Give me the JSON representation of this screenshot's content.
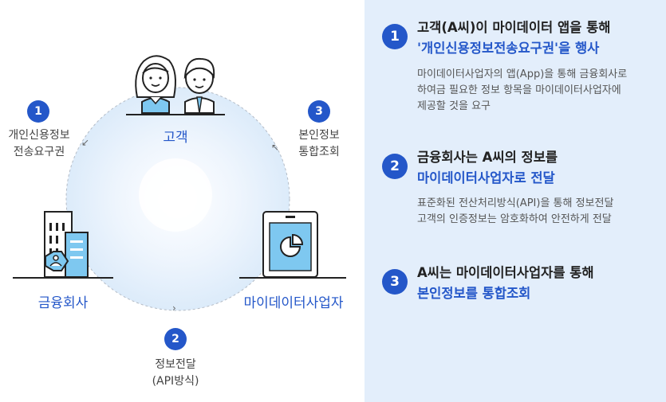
{
  "diagram": {
    "nodes": {
      "customer": "고객",
      "financial": "금융회사",
      "mydata": "마이데이터사업자"
    },
    "steps": [
      {
        "num": "1",
        "label_line1": "개인신용정보",
        "label_line2": "전송요구권"
      },
      {
        "num": "2",
        "label_line1": "정보전달",
        "label_line2": "(API방식)"
      },
      {
        "num": "3",
        "label_line1": "본인정보",
        "label_line2": "통합조회"
      }
    ]
  },
  "panel": {
    "items": [
      {
        "num": "1",
        "title_line1": "고객(A씨)이 마이데이터 앱을 통해",
        "title_line2": "'개인신용정보전송요구권'을 행사",
        "desc": [
          "마이데이터사업자의 앱(App)을 통해 금융회사로",
          "하여금 필요한 정보 항목을 마이데이터사업자에",
          "제공할 것을 요구"
        ]
      },
      {
        "num": "2",
        "title_line1": "금융회사는 A씨의 정보를",
        "title_line2": "마이데이터사업자로 전달",
        "desc": [
          "표준화된 전산처리방식(API)을 통해 정보전달",
          "고객의 인증정보는 암호화하여 안전하게 전달"
        ]
      },
      {
        "num": "3",
        "title_line1": "A씨는 마이데이터사업자를 통해",
        "title_line2": "본인정보를 통합조회",
        "desc": []
      }
    ]
  },
  "colors": {
    "accent": "#2457c9",
    "panel_bg": "#e3eefb",
    "icon_light": "#7ec8f0"
  }
}
